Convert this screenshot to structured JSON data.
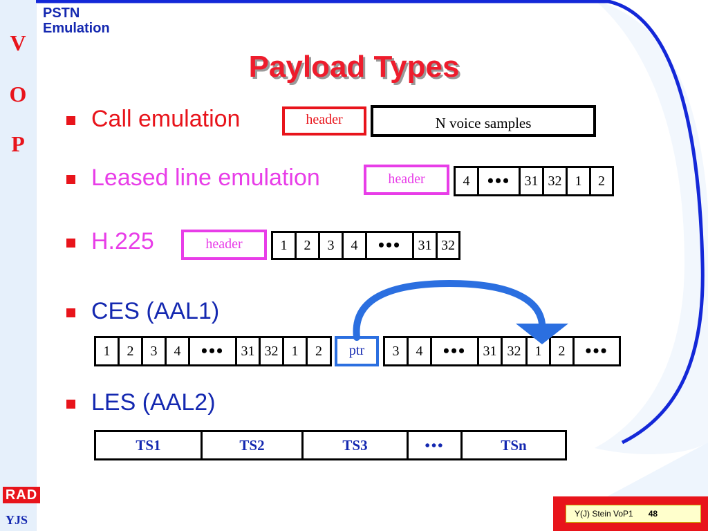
{
  "side": {
    "letters": [
      "V",
      "O",
      "P"
    ]
  },
  "section": [
    "PSTN",
    "Emulation"
  ],
  "title": "Payload Types",
  "bullets": [
    "Call emulation",
    "Leased line emulation",
    "H.225",
    "CES (AAL1)",
    "LES (AAL2)"
  ],
  "call": {
    "header": "header",
    "payload": "N voice samples"
  },
  "leased": {
    "header": "header",
    "cells": [
      "4",
      "•••",
      "31",
      "32",
      "1",
      "2"
    ]
  },
  "h225": {
    "header": "header",
    "cells": [
      "1",
      "2",
      "3",
      "4",
      "•••",
      "31",
      "32"
    ]
  },
  "ces": {
    "left_cells": [
      "1",
      "2",
      "3",
      "4",
      "•••",
      "31",
      "32",
      "1",
      "2"
    ],
    "ptr": "ptr",
    "right_cells": [
      "3",
      "4",
      "•••",
      "31",
      "32",
      "1",
      "2",
      "•••"
    ]
  },
  "les": {
    "cells": [
      "TS1",
      "TS2",
      "TS3",
      "•••",
      "TSn"
    ]
  },
  "logo": "RAD",
  "author": "YJS",
  "footer": {
    "course": "Y(J) Stein VoP1",
    "page": "48"
  },
  "colors": {
    "red": "#e8141b",
    "blue": "#1428b0",
    "magenta": "#e83de8",
    "arrow": "#2b6fe0"
  }
}
